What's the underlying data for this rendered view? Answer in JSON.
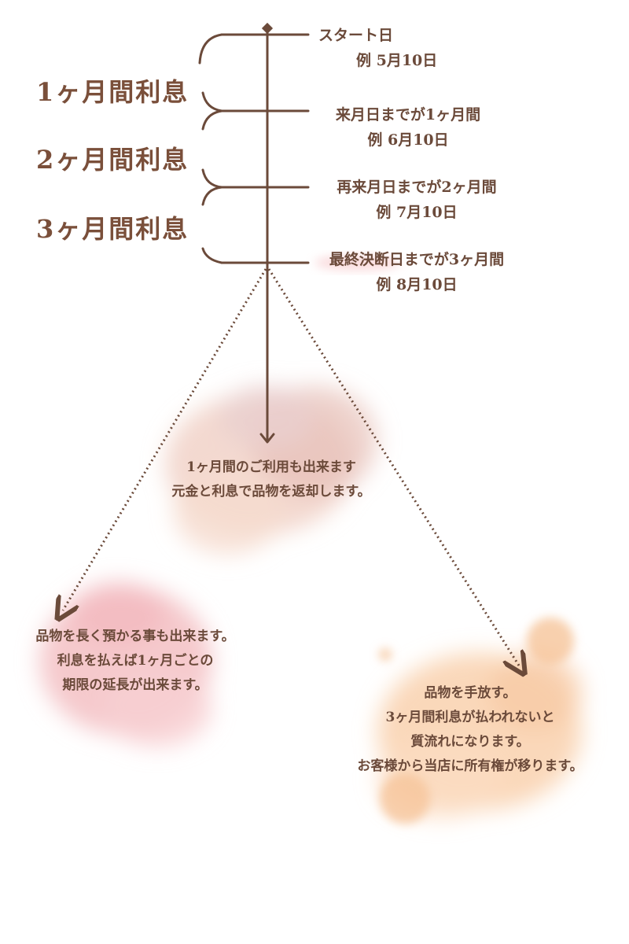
{
  "periods": [
    {
      "label": "1ヶ月間利息"
    },
    {
      "label": "2ヶ月間利息"
    },
    {
      "label": "3ヶ月間利息"
    }
  ],
  "milestones": [
    {
      "title": "スタート日",
      "example": "例  5月10日"
    },
    {
      "title": "来月日までが1ヶ月間",
      "example": "例  6月10日"
    },
    {
      "title": "再来月日までが2ヶ月間",
      "example": "例  7月10日"
    },
    {
      "title": "最終決断日までが3ヶ月間",
      "example": "例  8月10日"
    }
  ],
  "outcomes": {
    "center": {
      "line1": "1ヶ月間のご利用も出来ます",
      "line2": "元金と利息で品物を返却します。"
    },
    "left": {
      "line1": "品物を長く預かる事も出来ます。",
      "line2": "利息を払えば1ヶ月ごとの",
      "line3": "期限の延長が出来ます。"
    },
    "right": {
      "line1": "品物を手放す。",
      "line2": "3ヶ月間利息が払われないと",
      "line3": "質流れになります。",
      "line4": "お客様から当店に所有権が移ります。"
    }
  },
  "colors": {
    "ink": "#6b4a3a",
    "blob_center": "#e8c9c0",
    "blob_left": "#f3c4c8",
    "blob_right": "#f8d3b4"
  }
}
